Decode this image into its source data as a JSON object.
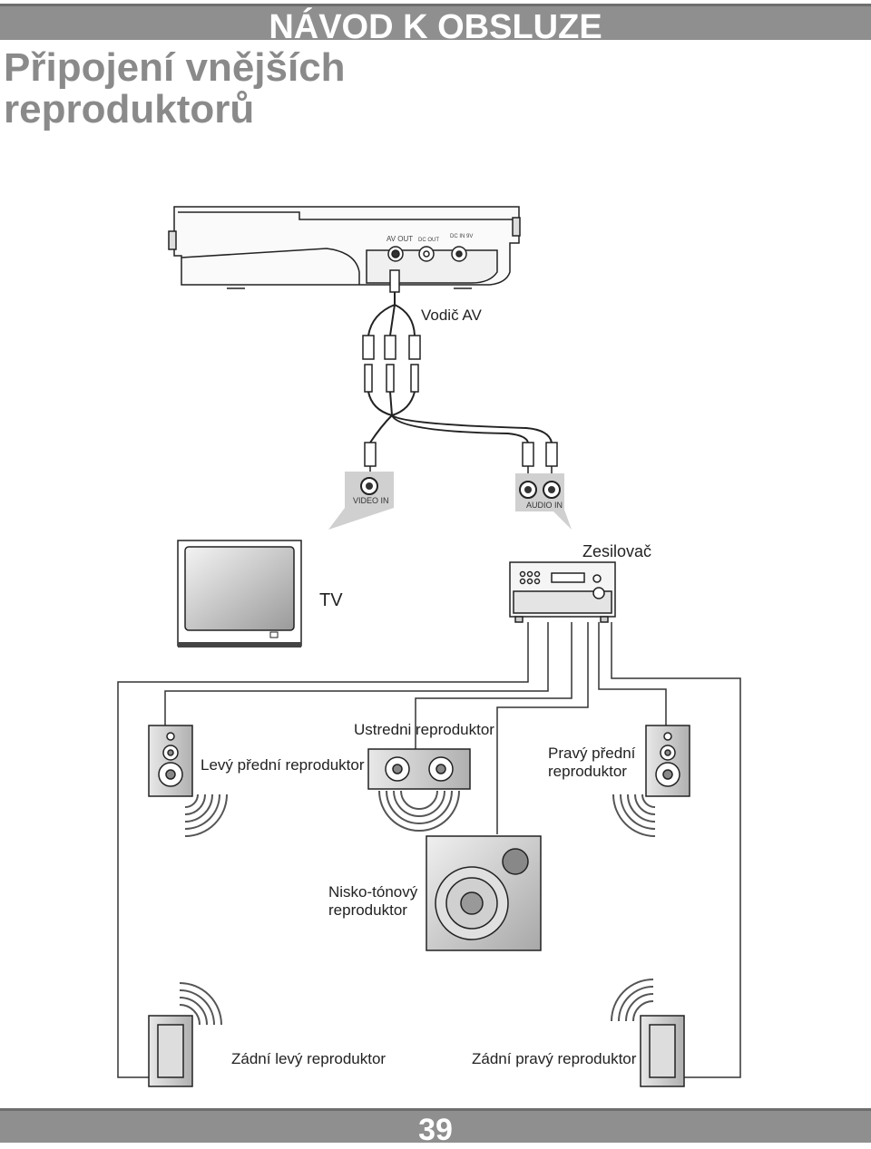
{
  "header": {
    "title": "NÁVOD K OBSLUZE"
  },
  "section": {
    "heading": "Připojení vnějších reproduktorů"
  },
  "player": {
    "jack_av_out": "AV OUT",
    "jack_dc_out": "DC OUT",
    "jack_dc_in": "DC IN 9V"
  },
  "labels": {
    "av_cable": "Vodič AV",
    "video_in": "VIDEO IN",
    "audio_in": "AUDIO IN",
    "amplifier": "Zesilovač",
    "tv": "TV",
    "center_speaker": "Ustredni reproduktor",
    "front_left_speaker": "Levý přední reproduktor",
    "front_right_speaker_line1": "Pravý přední",
    "front_right_speaker_line2": "reproduktor",
    "subwoofer_line1": "Nisko-tónový",
    "subwoofer_line2": "reproduktor",
    "rear_left_speaker": "Zádní levý reproduktor",
    "rear_right_speaker": "Zádní pravý reproduktor"
  },
  "footer": {
    "page_number": "39"
  }
}
